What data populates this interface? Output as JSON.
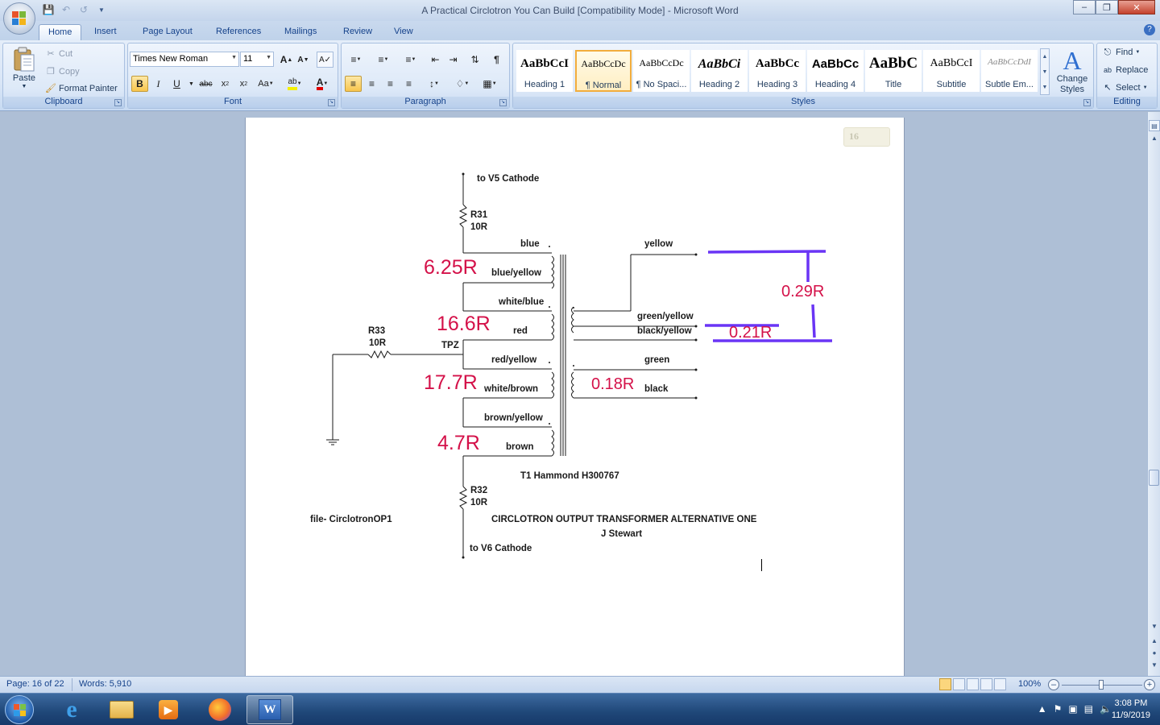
{
  "window": {
    "title": "A Practical Circlotron You Can Build [Compatibility Mode] - Microsoft Word"
  },
  "tabs": [
    "Home",
    "Insert",
    "Page Layout",
    "References",
    "Mailings",
    "Review",
    "View"
  ],
  "clipboard": {
    "paste": "Paste",
    "cut": "Cut",
    "copy": "Copy",
    "format_painter": "Format Painter",
    "label": "Clipboard"
  },
  "font": {
    "name": "Times New Roman",
    "size": "11",
    "label": "Font"
  },
  "paragraph": {
    "label": "Paragraph"
  },
  "styles": {
    "label": "Styles",
    "tiles": [
      {
        "sample": "AaBbCcI",
        "name": "Heading 1"
      },
      {
        "sample": "AaBbCcDc",
        "name": "¶ Normal"
      },
      {
        "sample": "AaBbCcDc",
        "name": "¶ No Spaci..."
      },
      {
        "sample": "AaBbCi",
        "name": "Heading 2"
      },
      {
        "sample": "AaBbCc",
        "name": "Heading 3"
      },
      {
        "sample": "AaBbCc",
        "name": "Heading 4"
      },
      {
        "sample": "AaBbC",
        "name": "Title"
      },
      {
        "sample": "AaBbCcI",
        "name": "Subtitle"
      },
      {
        "sample": "AaBbCcDdI",
        "name": "Subtle Em..."
      }
    ],
    "change_styles": "Change Styles"
  },
  "editing": {
    "find": "Find",
    "replace": "Replace",
    "select": "Select",
    "label": "Editing"
  },
  "page_number": "16",
  "circuit": {
    "to_v5": "to V5 Cathode",
    "r31": "R31",
    "r31_val": "10R",
    "r32": "R32",
    "r32_val": "10R",
    "r33": "R33",
    "r33_val": "10R",
    "tpz": "TPZ",
    "to_v6": "to V6 Cathode",
    "transformer": "T1 Hammond H300767",
    "file": "file- CirclotronOP1",
    "caption": "CIRCLOTRON OUTPUT TRANSFORMER ALTERNATIVE ONE",
    "author": "J Stewart",
    "wires_left": [
      "blue",
      "blue/yellow",
      "white/blue",
      "red",
      "red/yellow",
      "white/brown",
      "brown/yellow",
      "brown"
    ],
    "wires_right": [
      "yellow",
      "green/yellow",
      "black/yellow",
      "green",
      "black"
    ],
    "annotations": [
      "6.25R",
      "16.6R",
      "17.7R",
      "4.7R",
      "0.18R",
      "0.29R",
      "0.21R"
    ]
  },
  "colors": {
    "annotation": "#d41149",
    "bracket": "#6a35f5"
  },
  "status": {
    "page": "Page: 16 of 22",
    "words": "Words: 5,910",
    "zoom": "100%"
  },
  "clock": {
    "time": "3:08 PM",
    "date": "11/9/2019"
  }
}
